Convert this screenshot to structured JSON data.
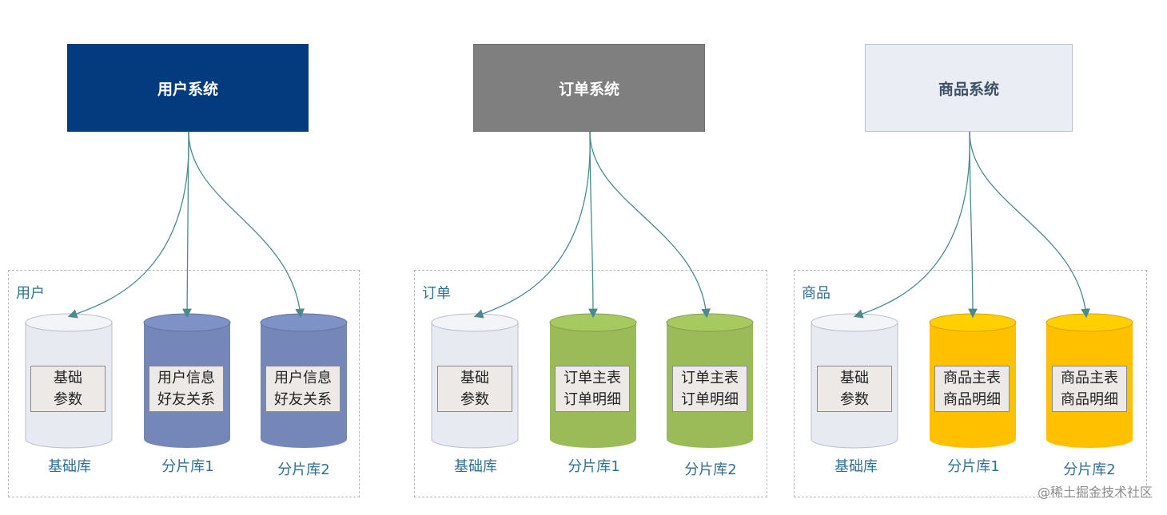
{
  "systems": [
    {
      "title": "用户系统",
      "bg": "#033b7e",
      "fg": "#ffffff",
      "border": "#033b7e"
    },
    {
      "title": "订单系统",
      "bg": "#7f7f7f",
      "fg": "#ffffff",
      "border": "#6e6e6e"
    },
    {
      "title": "商品系统",
      "bg": "#ebedf5",
      "fg": "#3d5166",
      "border": "#b8c2d3"
    }
  ],
  "groups": [
    {
      "label": "用户",
      "dbs": [
        {
          "line1": "基础",
          "line2": "参数",
          "caption": "基础库",
          "color": "#e8eaf1"
        },
        {
          "line1": "用户信息",
          "line2": "好友关系",
          "caption": "分片库1",
          "color": "#7587b8"
        },
        {
          "line1": "用户信息",
          "line2": "好友关系",
          "caption": "分片库2",
          "color": "#7587b8"
        }
      ]
    },
    {
      "label": "订单",
      "dbs": [
        {
          "line1": "基础",
          "line2": "参数",
          "caption": "基础库",
          "color": "#e8eaf1"
        },
        {
          "line1": "订单主表",
          "line2": "订单明细",
          "caption": "分片库1",
          "color": "#9bbb59"
        },
        {
          "line1": "订单主表",
          "line2": "订单明细",
          "caption": "分片库2",
          "color": "#9bbb59"
        }
      ]
    },
    {
      "label": "商品",
      "dbs": [
        {
          "line1": "基础",
          "line2": "参数",
          "caption": "基础库",
          "color": "#e8eaf1"
        },
        {
          "line1": "商品主表",
          "line2": "商品明细",
          "caption": "分片库1",
          "color": "#ffc000"
        },
        {
          "line1": "商品主表",
          "line2": "商品明细",
          "caption": "分片库2",
          "color": "#ffc000"
        }
      ]
    }
  ],
  "watermark": "@稀土掘金技术社区",
  "arrow_color": "#4a8a8e"
}
